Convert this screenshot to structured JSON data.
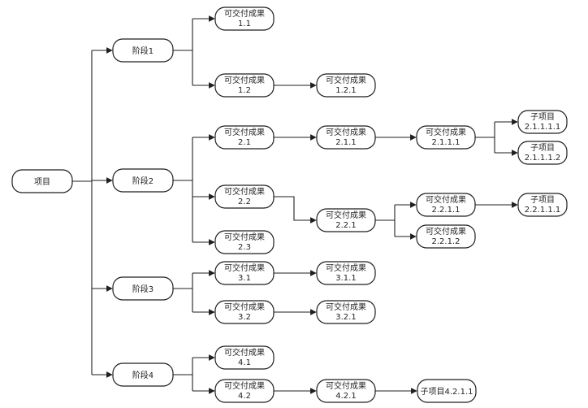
{
  "diagram": {
    "root": {
      "id": "root",
      "label": "项目"
    },
    "stages": [
      {
        "id": "s1",
        "label": "阶段1"
      },
      {
        "id": "s2",
        "label": "阶段2"
      },
      {
        "id": "s3",
        "label": "阶段3"
      },
      {
        "id": "s4",
        "label": "阶段4"
      }
    ],
    "deliverables": [
      {
        "id": "d11",
        "line1": "可交付成果",
        "line2": "1.1"
      },
      {
        "id": "d12",
        "line1": "可交付成果",
        "line2": "1.2"
      },
      {
        "id": "d121",
        "line1": "可交付成果",
        "line2": "1.2.1"
      },
      {
        "id": "d21",
        "line1": "可交付成果",
        "line2": "2.1"
      },
      {
        "id": "d211",
        "line1": "可交付成果",
        "line2": "2.1.1"
      },
      {
        "id": "d2111",
        "line1": "可交付成果",
        "line2": "2.1.1.1"
      },
      {
        "id": "p21111",
        "line1": "子项目",
        "line2": "2.1.1.1.1"
      },
      {
        "id": "p21112",
        "line1": "子项目",
        "line2": "2.1.1.1.2"
      },
      {
        "id": "d22",
        "line1": "可交付成果",
        "line2": "2.2"
      },
      {
        "id": "d221",
        "line1": "可交付成果",
        "line2": "2.2.1"
      },
      {
        "id": "d2211",
        "line1": "可交付成果",
        "line2": "2.2.1.1"
      },
      {
        "id": "p22111",
        "line1": "子项目",
        "line2": "2.2.1.1.1"
      },
      {
        "id": "d2212",
        "line1": "可交付成果",
        "line2": "2.2.1.2"
      },
      {
        "id": "d23",
        "line1": "可交付成果",
        "line2": "2.3"
      },
      {
        "id": "d31",
        "line1": "可交付成果",
        "line2": "3.1"
      },
      {
        "id": "d311",
        "line1": "可交付成果",
        "line2": "3.1.1"
      },
      {
        "id": "d32",
        "line1": "可交付成果",
        "line2": "3.2"
      },
      {
        "id": "d321",
        "line1": "可交付成果",
        "line2": "3.2.1"
      },
      {
        "id": "d41",
        "line1": "可交付成果",
        "line2": "4.1"
      },
      {
        "id": "d42",
        "line1": "可交付成果",
        "line2": "4.2"
      },
      {
        "id": "d421",
        "line1": "可交付成果",
        "line2": "4.2.1"
      },
      {
        "id": "p4211",
        "line1": "子项目4.2.1.1",
        "line2": ""
      }
    ],
    "edges": [
      [
        "root",
        "s1"
      ],
      [
        "root",
        "s2"
      ],
      [
        "root",
        "s3"
      ],
      [
        "root",
        "s4"
      ],
      [
        "s1",
        "d11"
      ],
      [
        "s1",
        "d12"
      ],
      [
        "d12",
        "d121"
      ],
      [
        "s2",
        "d21"
      ],
      [
        "s2",
        "d22"
      ],
      [
        "s2",
        "d23"
      ],
      [
        "d21",
        "d211"
      ],
      [
        "d211",
        "d2111"
      ],
      [
        "d2111",
        "p21111"
      ],
      [
        "d2111",
        "p21112"
      ],
      [
        "d22",
        "d221"
      ],
      [
        "d221",
        "d2211"
      ],
      [
        "d221",
        "d2212"
      ],
      [
        "d2211",
        "p22111"
      ],
      [
        "s3",
        "d31"
      ],
      [
        "s3",
        "d32"
      ],
      [
        "d31",
        "d311"
      ],
      [
        "d32",
        "d321"
      ],
      [
        "s4",
        "d41"
      ],
      [
        "s4",
        "d42"
      ],
      [
        "d42",
        "d421"
      ],
      [
        "d421",
        "p4211"
      ]
    ],
    "colors": {
      "stroke": "#1f1f1f",
      "fill": "#ffffff",
      "text": "#222222"
    }
  }
}
